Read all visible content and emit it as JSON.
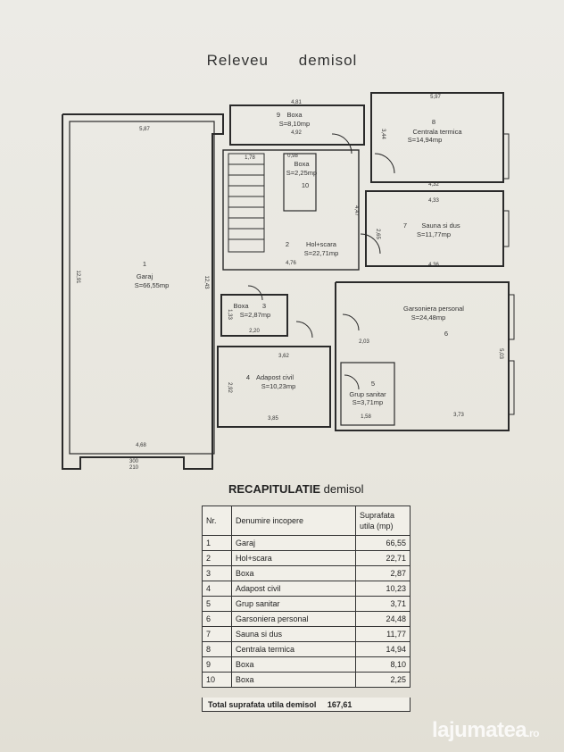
{
  "page": {
    "title_word1": "Releveu",
    "title_word2": "demisol"
  },
  "plan": {
    "rooms": [
      {
        "nr": "1",
        "name": "Garaj",
        "area": "S=66,55mp"
      },
      {
        "nr": "2",
        "name": "Hol+scara",
        "area": "S=22,71mp"
      },
      {
        "nr": "3",
        "name": "Boxa",
        "area": "S=2,87mp"
      },
      {
        "nr": "4",
        "name": "Adapost civil",
        "area": "S=10,23mp"
      },
      {
        "nr": "5",
        "name": "Grup sanitar",
        "area": "S=3,71mp"
      },
      {
        "nr": "6",
        "name": "Garsoniera personal",
        "area": "S=24,48mp"
      },
      {
        "nr": "7",
        "name": "Sauna si dus",
        "area": "S=11,77mp"
      },
      {
        "nr": "8",
        "name": "Centrala termica",
        "area": "S=14,94mp"
      },
      {
        "nr": "9",
        "name": "Boxa",
        "area": "S=8,10mp"
      },
      {
        "nr": "10",
        "name": "Boxa",
        "area": "S=2,25mp"
      }
    ],
    "dims": {
      "garaj_top": "5,87",
      "garaj_bottom": "4,68",
      "garaj_left": "12,91",
      "garaj_right": "12,43",
      "boxa9_top": "4,81",
      "boxa9_bottom": "4,92",
      "centrala_top": "5,97",
      "centrala_side": "3,44",
      "sauna_top": "4,33",
      "sauna_mid": "4,32",
      "sauna_bottom": "4,36",
      "sauna_side": "2,65",
      "hol_side": "4,47",
      "hol_bottom": "4,76",
      "boxa3_w": "2,20",
      "boxa3_h": "1,33",
      "adapost_top": "3,62",
      "adapost_bottom": "3,85",
      "adapost_side": "2,92",
      "grup_w": "1,58",
      "garson_w": "3,73",
      "garson_w2": "2,03",
      "garson_side": "5,03",
      "boxa10_w": "0,98",
      "stair_w": "1,78",
      "door": "300",
      "door2": "210"
    }
  },
  "recap": {
    "title": "RECAPITULATIE",
    "title_suffix": "demisol",
    "headers": {
      "nr": "Nr.",
      "name": "Denumire incopere",
      "area": "Suprafata utila (mp)"
    },
    "rows": [
      {
        "nr": "1",
        "name": "Garaj",
        "area": "66,55"
      },
      {
        "nr": "2",
        "name": "Hol+scara",
        "area": "22,71"
      },
      {
        "nr": "3",
        "name": "Boxa",
        "area": "2,87"
      },
      {
        "nr": "4",
        "name": "Adapost civil",
        "area": "10,23"
      },
      {
        "nr": "5",
        "name": "Grup sanitar",
        "area": "3,71"
      },
      {
        "nr": "6",
        "name": "Garsoniera personal",
        "area": "24,48"
      },
      {
        "nr": "7",
        "name": "Sauna si dus",
        "area": "11,77"
      },
      {
        "nr": "8",
        "name": "Centrala termica",
        "area": "14,94"
      },
      {
        "nr": "9",
        "name": "Boxa",
        "area": "8,10"
      },
      {
        "nr": "10",
        "name": "Boxa",
        "area": "2,25"
      }
    ],
    "total_label": "Total suprafata utila demisol",
    "total_value": "167,61"
  },
  "watermark": {
    "text": "lajumatea",
    "suffix": ".ro"
  }
}
